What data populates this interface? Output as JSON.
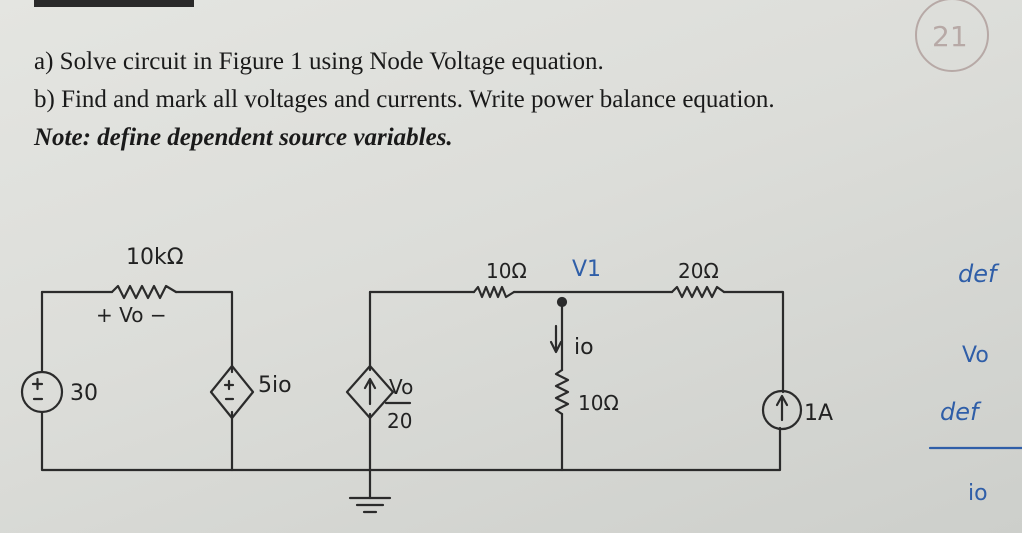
{
  "questions": {
    "a": "a)  Solve circuit in Figure 1 using Node Voltage equation.",
    "b": "b)  Find and mark all voltages and currents. Write power balance equation.",
    "note": "Note: define dependent source variables."
  },
  "circuit": {
    "r1_label": "10kΩ",
    "vo_label": "+ Vo −",
    "vs_label": "30",
    "ccvs_label": "5io",
    "vccs_num": "Vo",
    "vccs_den": "20",
    "r2_label": "10Ω",
    "node_label": "V1",
    "r3_label": "20Ω",
    "io_label": "io",
    "r4_label": "10Ω",
    "is_label": "1A"
  },
  "margin_notes": {
    "line1": "def",
    "line2": "Vo",
    "line3": "def",
    "line4": "io"
  },
  "page_number": "21"
}
